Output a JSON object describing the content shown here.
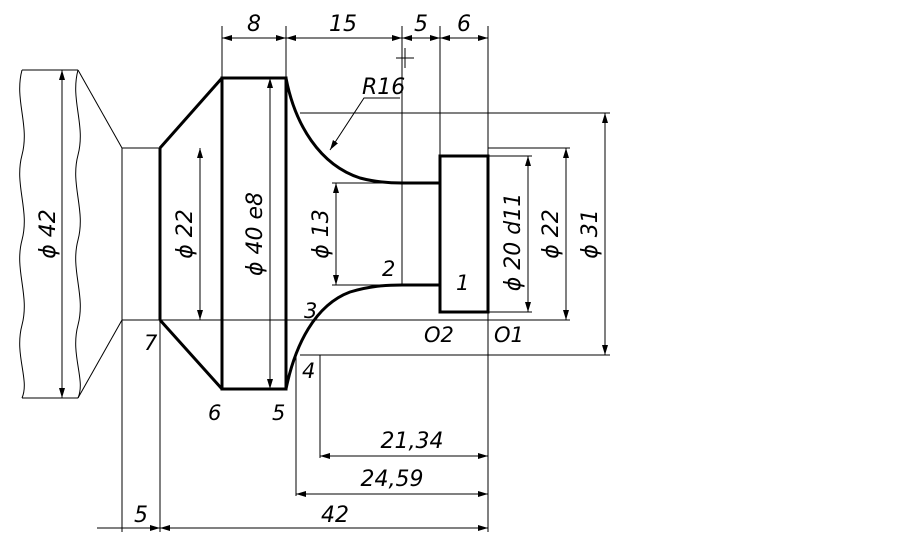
{
  "dimensions": {
    "dim_8": "8",
    "dim_15": "15",
    "dim_5_top": "5",
    "dim_6": "6",
    "radius": "R16",
    "dia_42": "ϕ 42",
    "dia_22_left": "ϕ 22",
    "dia_40": "ϕ 40 e8",
    "dia_13": "ϕ 13",
    "dia_20": "ϕ 20 d11",
    "dia_22_right": "ϕ 22",
    "dia_31": "ϕ 31",
    "len_21_34": "21,34",
    "len_24_59": "24,59",
    "len_5_bottom": "5",
    "len_42": "42"
  },
  "points": {
    "p1": "1",
    "p2": "2",
    "p3": "3",
    "p4": "4",
    "p5": "5",
    "p6": "6",
    "p7": "7",
    "o1": "O1",
    "o2": "O2"
  }
}
